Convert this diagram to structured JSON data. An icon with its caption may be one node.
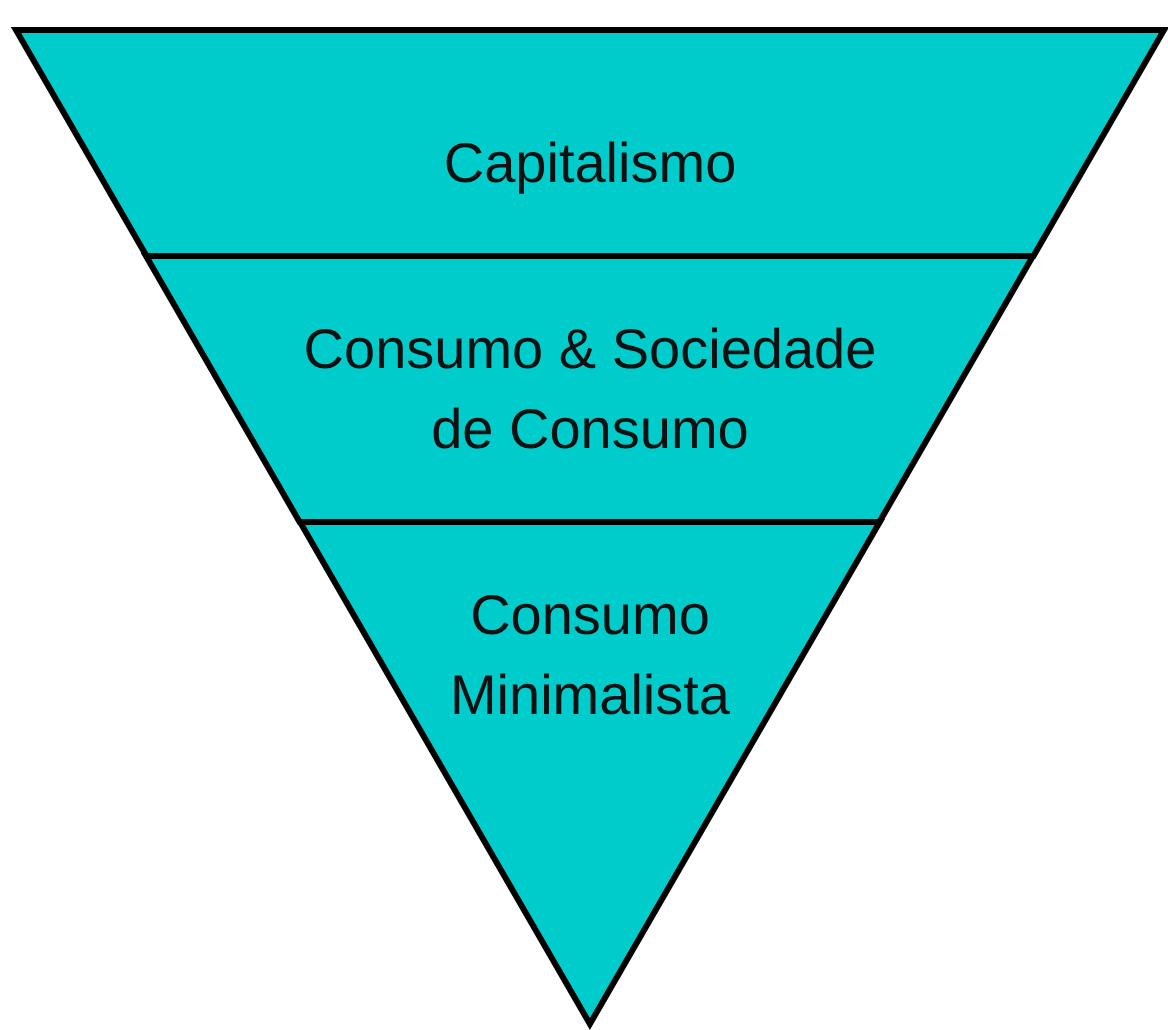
{
  "diagram": {
    "nodes": [
      {
        "text": [
          "Capitalismo"
        ]
      },
      {
        "text": [
          "Consumo & Sociedade de Consumo"
        ]
      },
      {
        "text": [
          "Consumo Minimalista"
        ]
      }
    ]
  }
}
